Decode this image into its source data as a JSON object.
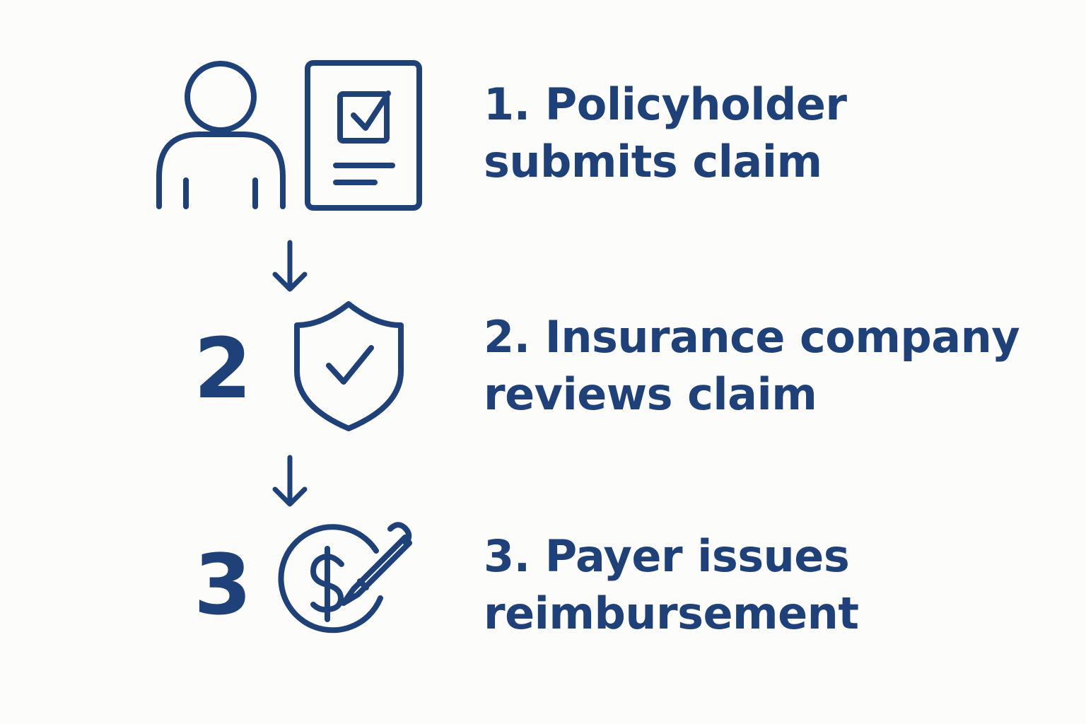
{
  "colors": {
    "primary": "#1f4179",
    "background": "#fcfcfa"
  },
  "steps": [
    {
      "line1": "1. Policyholder",
      "line2": "submits claim",
      "icons": [
        "person-icon",
        "checklist-document-icon"
      ]
    },
    {
      "number": "2",
      "line1": "2. Insurance company",
      "line2": "reviews claim",
      "icons": [
        "shield-check-icon"
      ]
    },
    {
      "number": "3",
      "line1": "3. Payer issues",
      "line2": "reimbursement",
      "icons": [
        "dollar-coin-pencil-icon"
      ]
    }
  ],
  "connectors": [
    "down-arrow-icon",
    "down-arrow-icon"
  ]
}
